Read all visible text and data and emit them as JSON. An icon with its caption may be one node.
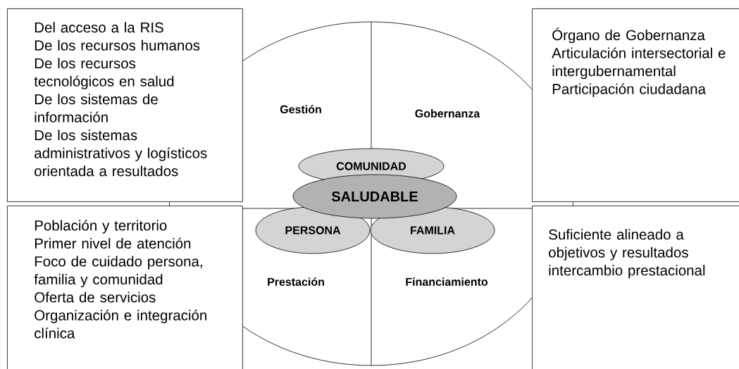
{
  "diagram": {
    "nodes": [
      {
        "text": [
          "Del acceso a la RIS",
          "De los recursos humanos",
          "De los recursos tecnológicos en salud",
          "De los sistemas de información",
          "De los sistemas administrativos y logísticos",
          "orientada a resultados"
        ]
      },
      {
        "text": [
          "Gestión",
          "Gobernanza",
          "Prestación",
          "Financiamiento"
        ]
      },
      {
        "text": [
          "COMUNIDAD"
        ],
        "in": 1
      },
      {
        "text": [
          "SALUDABLE"
        ],
        "in": 1
      },
      {
        "text": [
          "PERSONA"
        ],
        "in": 1
      },
      {
        "text": [
          "FAMILIA"
        ],
        "in": 1
      },
      {
        "text": [
          "Órgano de Gobernanza",
          "Articulación intersectorial e intergubernamental",
          "Participación ciudadana"
        ]
      },
      {
        "text": [
          "Población y territorio",
          "Primer nivel de atención",
          "Foco de cuidado persona, familia y comunidad",
          "Oferta de servicios",
          "Organización e integración clínica"
        ]
      },
      {
        "text": [
          "Suficiente alineado a objetivos y resultados intercambio prestacional"
        ]
      }
    ]
  }
}
